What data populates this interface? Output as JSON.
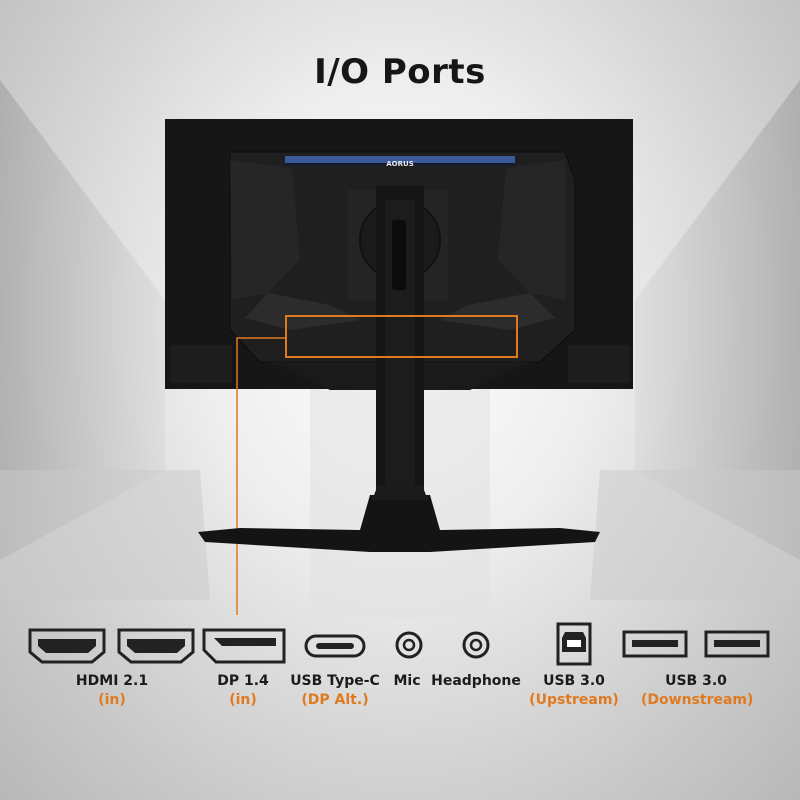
{
  "title": "I/O Ports",
  "brand_logo": "AORUS",
  "accent_color": "#e07a1f",
  "ports": [
    {
      "id": "hdmi-1",
      "icon": "hdmi-port-icon",
      "label": "HDMI 2.1",
      "sub": "(in)"
    },
    {
      "id": "dp",
      "icon": "displayport-icon",
      "label": "DP 1.4",
      "sub": "(in)"
    },
    {
      "id": "usb-c",
      "icon": "usb-c-port-icon",
      "label": "USB Type-C",
      "sub": "(DP Alt.)"
    },
    {
      "id": "mic",
      "icon": "mic-jack-icon",
      "label": "Mic",
      "sub": ""
    },
    {
      "id": "headphone",
      "icon": "headphone-jack-icon",
      "label": "Headphone",
      "sub": ""
    },
    {
      "id": "usb-up",
      "icon": "usb-b-port-icon",
      "label": "USB 3.0",
      "sub": "(Upstream)"
    },
    {
      "id": "usb-down",
      "icon": "usb-a-port-icon",
      "label": "USB 3.0",
      "sub": "(Downstream)"
    }
  ]
}
